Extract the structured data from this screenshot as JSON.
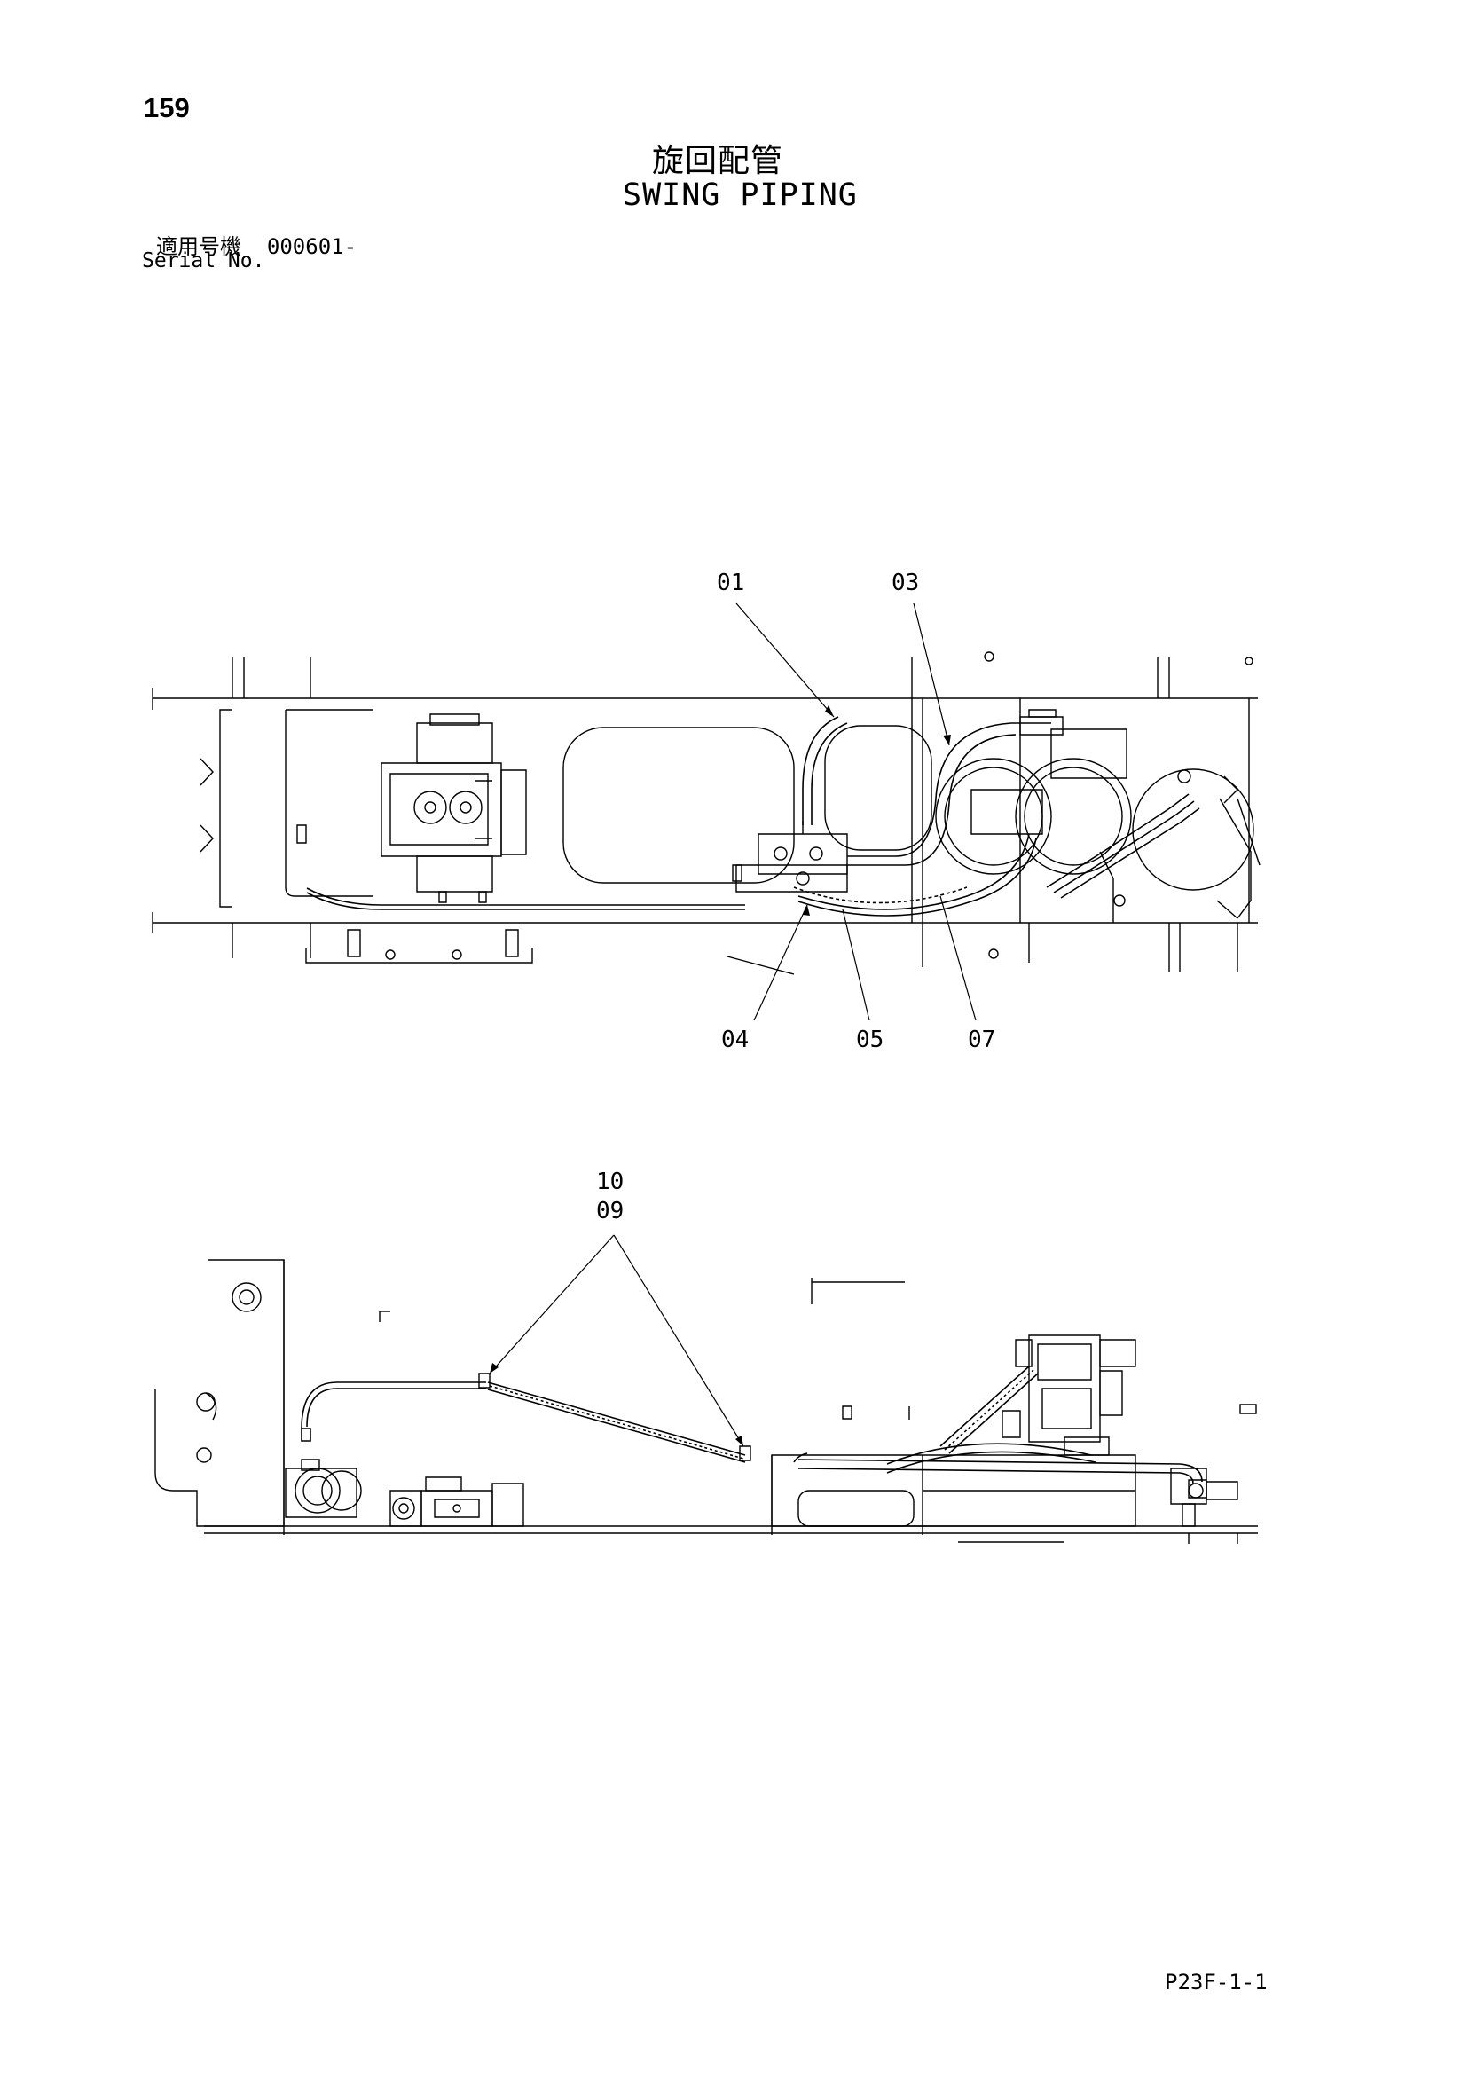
{
  "header": {
    "page_number": "159",
    "title_jp": "旋回配管",
    "title_en": "SWING PIPING",
    "serial_label_jp": "適用号機",
    "serial_range": "000601-",
    "serial_label_en": "Serial No."
  },
  "top_view": {
    "callouts": [
      "01",
      "03",
      "04",
      "05",
      "07"
    ]
  },
  "side_view": {
    "callouts": [
      "10",
      "09"
    ]
  },
  "footer": {
    "drawing_code": "P23F-1-1"
  }
}
